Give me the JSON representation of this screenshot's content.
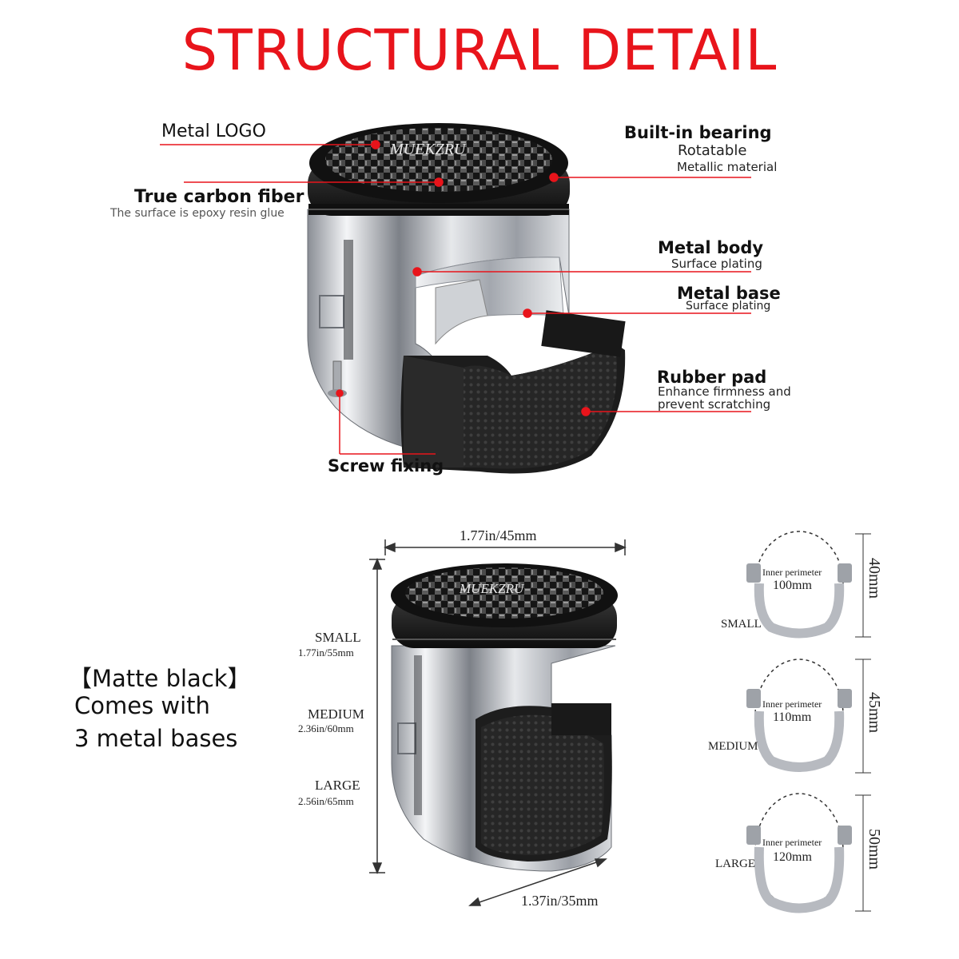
{
  "title": "STRUCTURAL DETAIL",
  "brand": "MUEKZRU",
  "callouts": {
    "metal_logo": "Metal LOGO",
    "carbon_title": "True carbon fiber",
    "carbon_sub": "The surface is epoxy resin glue",
    "bearing_title": "Built-in bearing",
    "bearing_sub1": "Rotatable",
    "bearing_sub2": "Metallic material",
    "body_title": "Metal body",
    "body_sub": "Surface plating",
    "base_title": "Metal base",
    "base_sub": "Surface plating",
    "rubber_title": "Rubber pad",
    "rubber_sub1": "Enhance firmness and",
    "rubber_sub2": "prevent scratching",
    "screw": "Screw fixing"
  },
  "variant": {
    "line1": "【Matte black】",
    "line2": "Comes with",
    "line3": "3 metal bases"
  },
  "dimensions": {
    "width": "1.77in/45mm",
    "bottom": "1.37in/35mm",
    "sizes": [
      {
        "name": "SMALL",
        "value": "1.77in/55mm"
      },
      {
        "name": "MEDIUM",
        "value": "2.36in/60mm"
      },
      {
        "name": "LARGE",
        "value": "2.56in/65mm"
      }
    ]
  },
  "bases": [
    {
      "label": "SMALL",
      "perimeter_label": "Inner perimeter",
      "perimeter": "100mm",
      "height": "40mm"
    },
    {
      "label": "MEDIUM",
      "perimeter_label": "Inner perimeter",
      "perimeter": "110mm",
      "height": "45mm"
    },
    {
      "label": "LARGE",
      "perimeter_label": "Inner perimeter",
      "perimeter": "120mm",
      "height": "50mm"
    }
  ],
  "colors": {
    "accent": "#e8141b",
    "cap": "#1a1a1a",
    "chrome": "#c9ccd1",
    "rubber": "#2b2b2b"
  }
}
